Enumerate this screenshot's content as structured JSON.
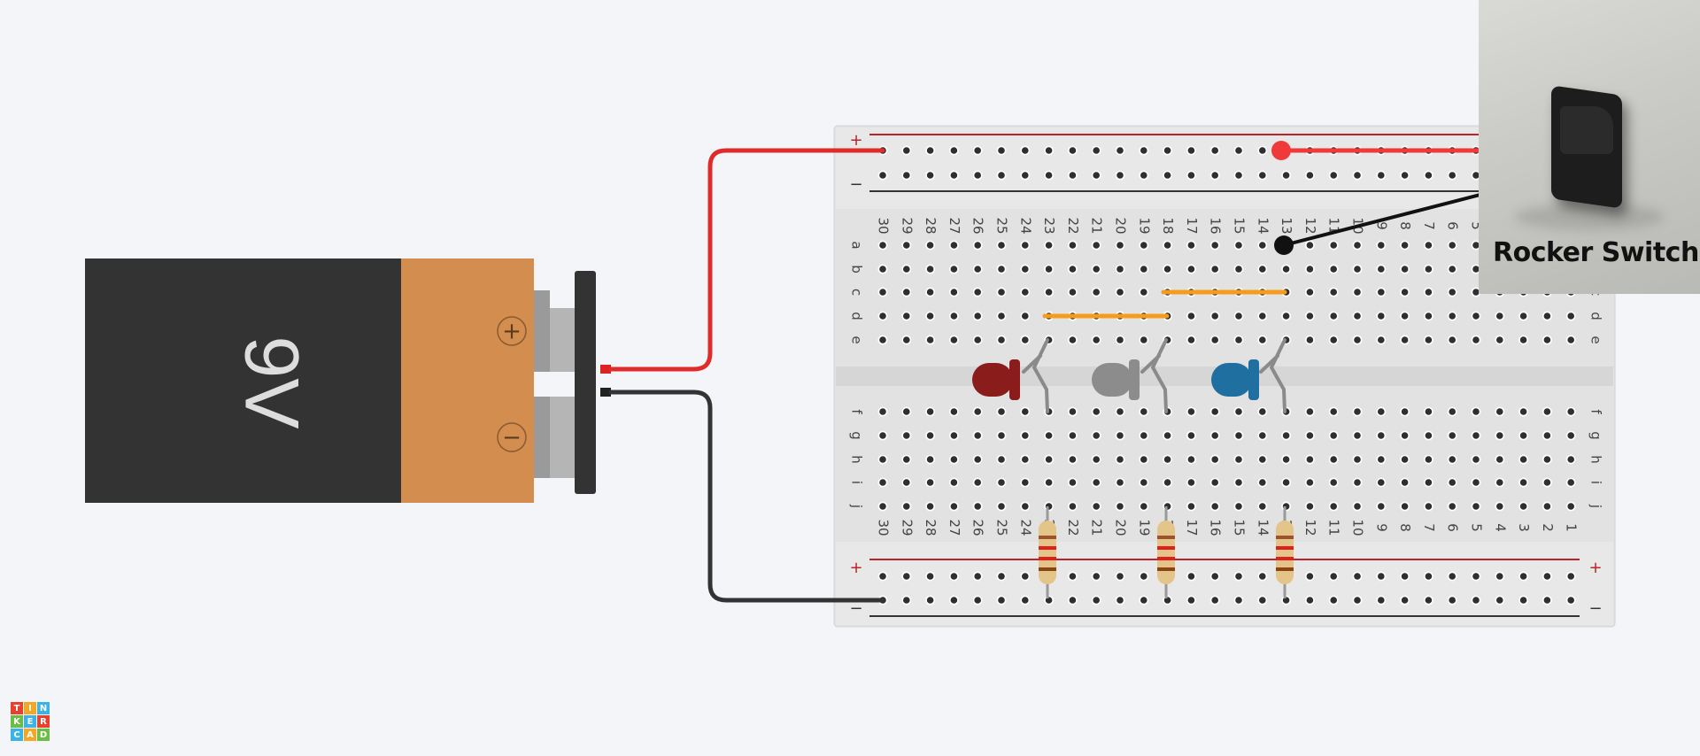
{
  "battery": {
    "label": "9V",
    "plus_symbol": "+",
    "minus_symbol": "−"
  },
  "breadboard": {
    "columns": [
      "30",
      "29",
      "28",
      "27",
      "26",
      "25",
      "24",
      "23",
      "22",
      "21",
      "20",
      "19",
      "18",
      "17",
      "16",
      "15",
      "14",
      "13",
      "12",
      "11",
      "10",
      "9",
      "8",
      "7",
      "6",
      "5",
      "4",
      "3",
      "2",
      "1"
    ],
    "rows_top": [
      "a",
      "b",
      "c",
      "d",
      "e"
    ],
    "rows_bottom": [
      "f",
      "g",
      "h",
      "i",
      "j"
    ],
    "rail_plus": "+",
    "rail_minus": "−"
  },
  "leds": [
    {
      "name": "red-led",
      "color": "#8b1c1c"
    },
    {
      "name": "gray-led",
      "color": "#8c8c8c"
    },
    {
      "name": "blue-led",
      "color": "#1f6fa0"
    }
  ],
  "wires": {
    "positive_color": "#e02b2b",
    "negative_color": "#333333",
    "jumper_color": "#f39c1e"
  },
  "photo": {
    "title": "Rocker Switch"
  },
  "logo": {
    "letters": [
      "T",
      "I",
      "N",
      "K",
      "E",
      "R",
      "C",
      "A",
      "D"
    ]
  }
}
